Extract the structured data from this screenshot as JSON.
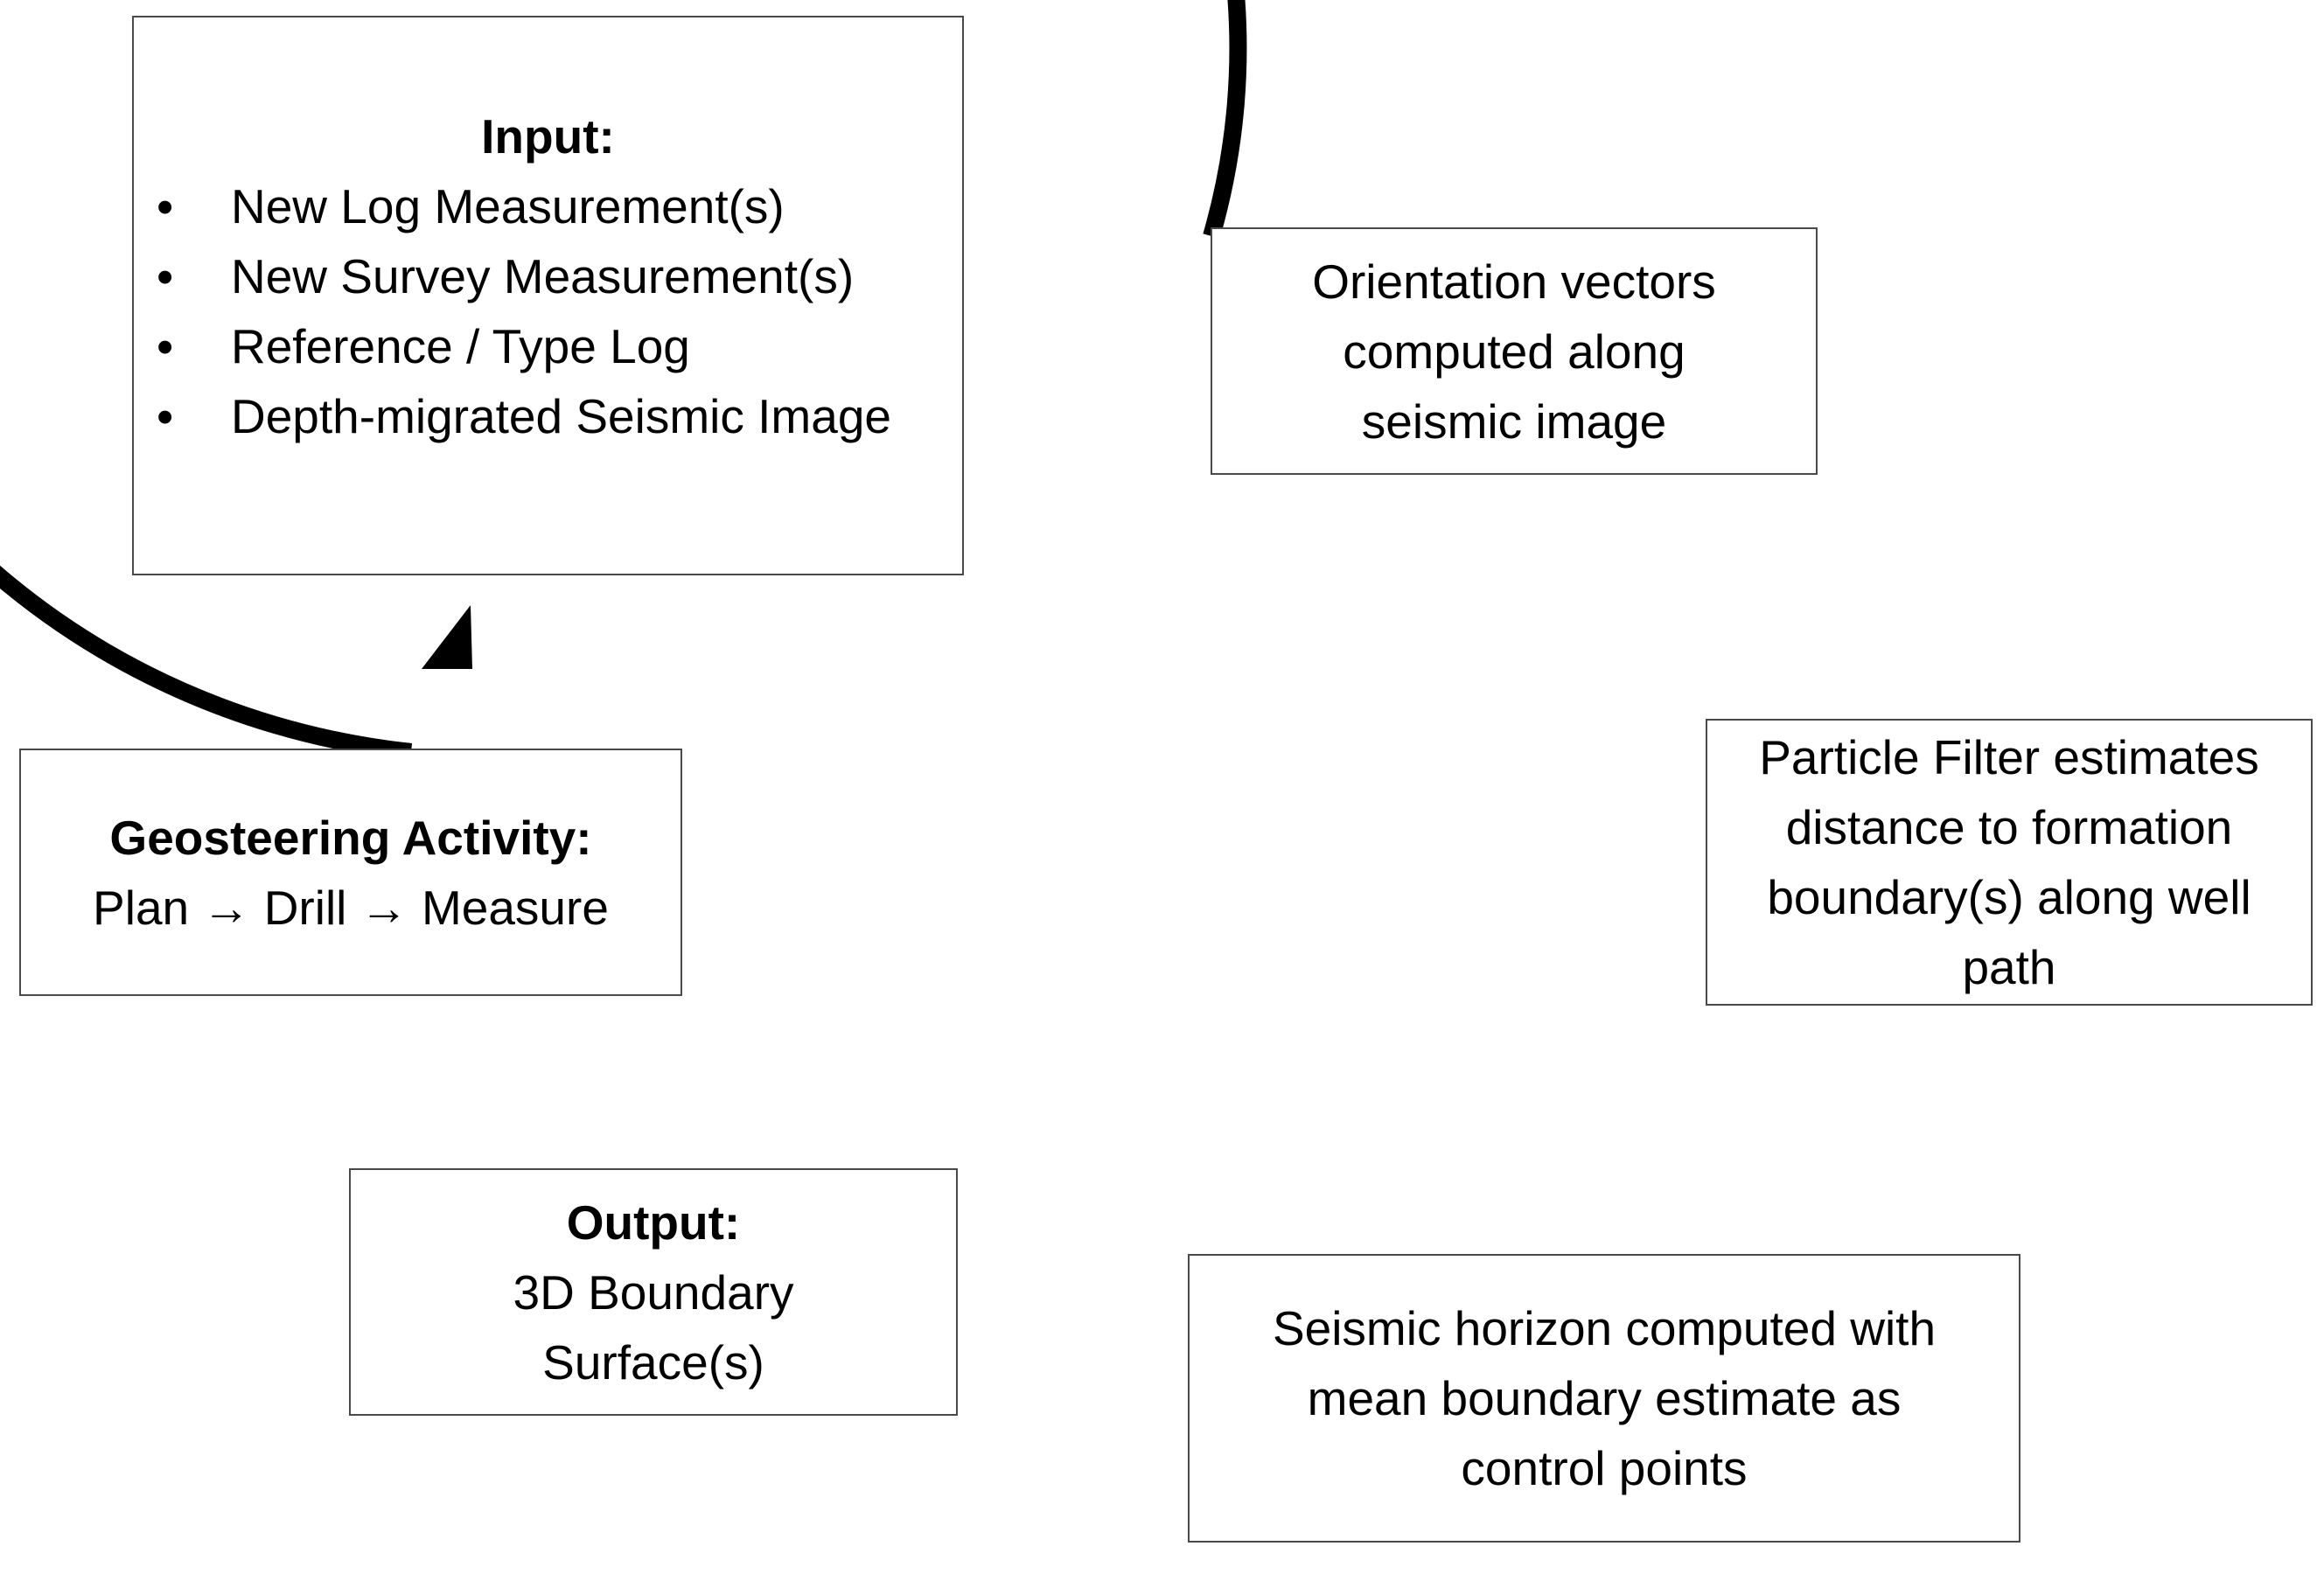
{
  "colors": {
    "cycle_stroke": "#000000",
    "box_border": "#4a4a4a",
    "box_fill": "#ffffff"
  },
  "input": {
    "heading": "Input:",
    "items": [
      "New Log Measurement(s)",
      "New Survey Measurement(s)",
      "Reference / Type Log",
      "Depth-migrated Seismic Image"
    ]
  },
  "orientation": {
    "lines": [
      "Orientation vectors",
      "computed along",
      "seismic image"
    ]
  },
  "particle": {
    "lines": [
      "Particle Filter estimates",
      "distance to formation",
      "boundary(s) along well",
      "path"
    ]
  },
  "horizon": {
    "lines": [
      "Seismic horizon computed with",
      "mean boundary estimate as",
      "control points"
    ]
  },
  "output": {
    "heading": "Output:",
    "lines": [
      "3D Boundary",
      "Surface(s)"
    ]
  },
  "geosteering": {
    "heading": "Geosteering Activity:",
    "flow": "Plan → Drill → Measure"
  }
}
